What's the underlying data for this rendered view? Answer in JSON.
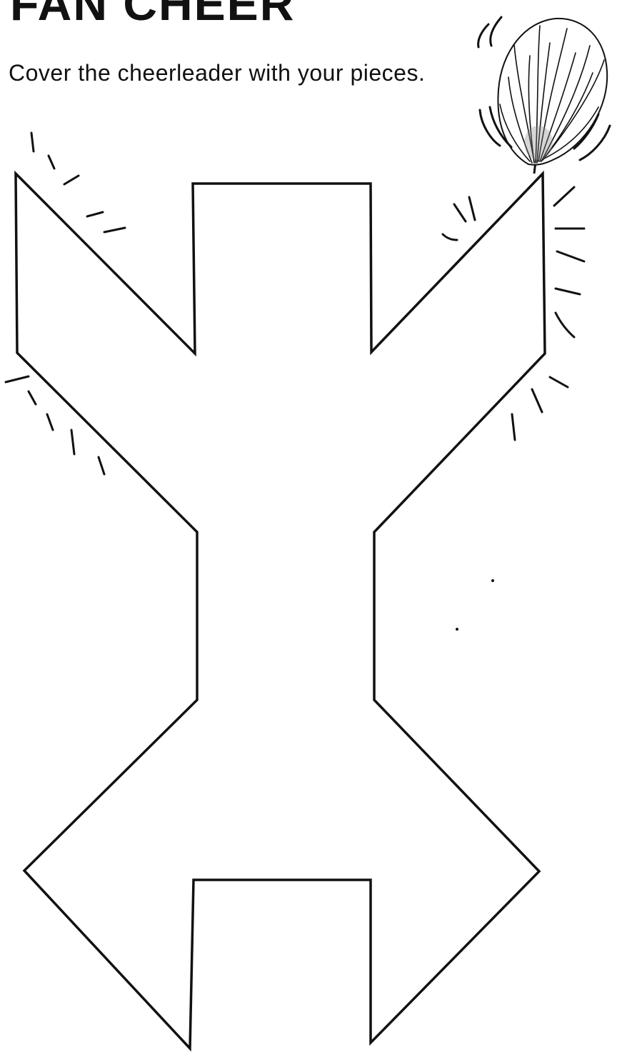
{
  "page": {
    "title": "FAN CHEER",
    "instruction": "Cover the cheerleader with your pieces."
  },
  "colors": {
    "ink": "#111111",
    "paper": "#ffffff",
    "pompom_shadow": "#8a8a8a"
  },
  "figure": {
    "subject": "tangram cheerleader outline",
    "accessory_icon": "pompom-icon",
    "motion_marks": "motion-lines-icon"
  }
}
